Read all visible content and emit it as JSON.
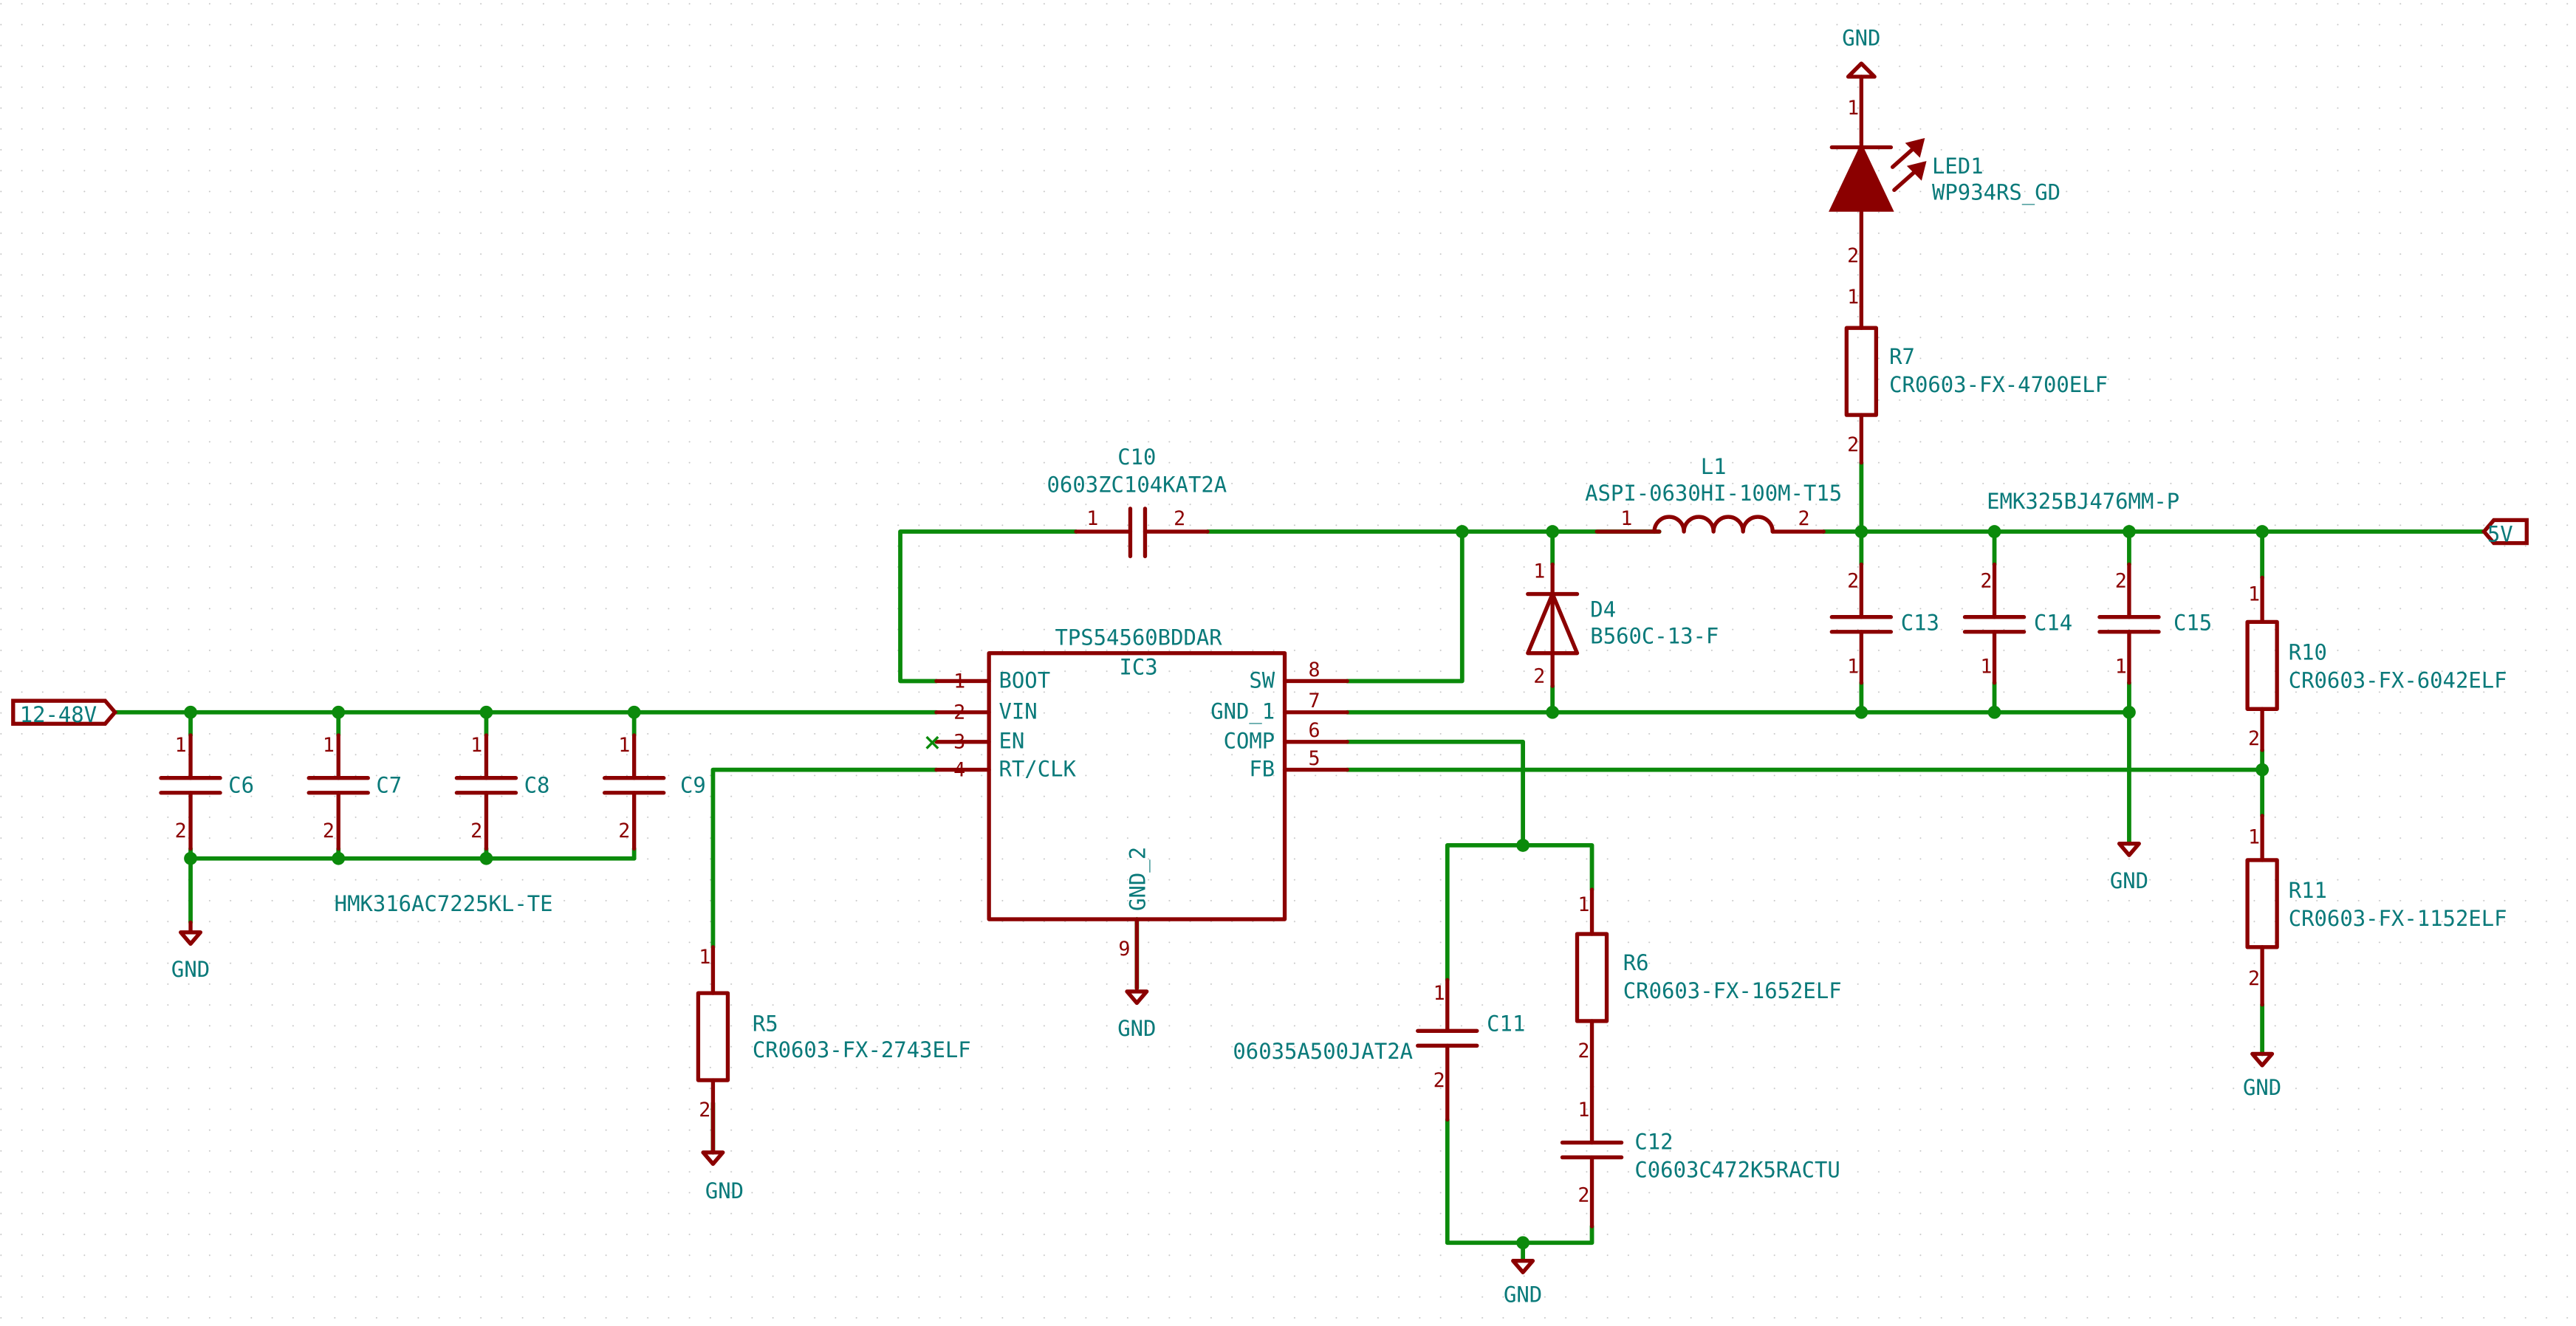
{
  "net_labels": {
    "vin": "12-48V",
    "vout": "5V"
  },
  "gnd_label": "GND",
  "ic3": {
    "ref": "IC3",
    "value": "TPS54560BDDAR",
    "pins_left": [
      {
        "num": "1",
        "name": "BOOT"
      },
      {
        "num": "2",
        "name": "VIN"
      },
      {
        "num": "3",
        "name": "EN"
      },
      {
        "num": "4",
        "name": "RT/CLK"
      }
    ],
    "pins_right": [
      {
        "num": "8",
        "name": "SW"
      },
      {
        "num": "7",
        "name": "GND_1"
      },
      {
        "num": "6",
        "name": "COMP"
      },
      {
        "num": "5",
        "name": "FB"
      }
    ],
    "pin_bottom": {
      "num": "9",
      "name": "GND_2"
    }
  },
  "c10": {
    "ref": "C10",
    "value": "0603ZC104KAT2A"
  },
  "l1": {
    "ref": "L1",
    "value": "ASPI-0630HI-100M-T15"
  },
  "d4": {
    "ref": "D4",
    "value": "B560C-13-F"
  },
  "led1": {
    "ref": "LED1",
    "value": "WP934RS_GD"
  },
  "r7": {
    "ref": "R7",
    "value": "CR0603-FX-4700ELF"
  },
  "c13": {
    "ref": "C13"
  },
  "c14": {
    "ref": "C14"
  },
  "c15": {
    "ref": "C15"
  },
  "output_caps_value": "EMK325BJ476MM-P",
  "r10": {
    "ref": "R10",
    "value": "CR0603-FX-6042ELF"
  },
  "r11": {
    "ref": "R11",
    "value": "CR0603-FX-1152ELF"
  },
  "c6": {
    "ref": "C6"
  },
  "c7": {
    "ref": "C7"
  },
  "c8": {
    "ref": "C8"
  },
  "c9": {
    "ref": "C9"
  },
  "input_caps_value": "HMK316AC7225KL-TE",
  "r5": {
    "ref": "R5",
    "value": "CR0603-FX-2743ELF"
  },
  "r6": {
    "ref": "R6",
    "value": "CR0603-FX-1652ELF"
  },
  "c11": {
    "ref": "C11",
    "value": "06035A500JAT2A"
  },
  "c12": {
    "ref": "C12",
    "value": "C0603C472K5RACTU"
  },
  "pin_numbers": {
    "one": "1",
    "two": "2"
  },
  "colors": {
    "wire": "#0b8a0b",
    "symbol": "#8b0000",
    "text": "#0a7a7a"
  }
}
